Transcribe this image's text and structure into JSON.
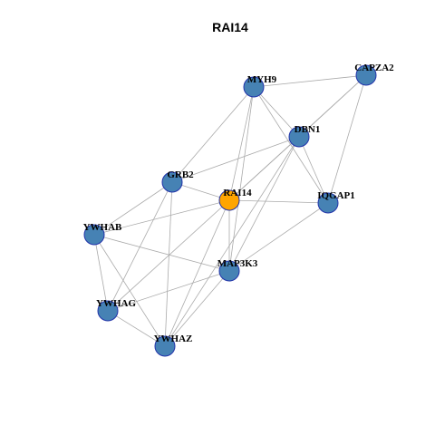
{
  "title": "RAI14",
  "colors": {
    "hub": "#FFA500",
    "node": "#4682B4",
    "node_border": "#2233AA",
    "edge": "#AAAAAA"
  },
  "nodes": [
    {
      "id": "MYH9",
      "label": "MYH9",
      "hub": false
    },
    {
      "id": "CAPZA2",
      "label": "CAPZA2",
      "hub": false
    },
    {
      "id": "DBN1",
      "label": "DBN1",
      "hub": false
    },
    {
      "id": "GRB2",
      "label": "GRB2",
      "hub": false
    },
    {
      "id": "RAI14",
      "label": "RAI14",
      "hub": true
    },
    {
      "id": "IQGAP1",
      "label": "IQGAP1",
      "hub": false
    },
    {
      "id": "YWHAB",
      "label": "YWHAB",
      "hub": false
    },
    {
      "id": "MAP3K3",
      "label": "MAP3K3",
      "hub": false
    },
    {
      "id": "YWHAG",
      "label": "YWHAG",
      "hub": false
    },
    {
      "id": "YWHAZ",
      "label": "YWHAZ",
      "hub": false
    }
  ],
  "edges": [
    [
      "MYH9",
      "CAPZA2"
    ],
    [
      "MYH9",
      "DBN1"
    ],
    [
      "MYH9",
      "GRB2"
    ],
    [
      "MYH9",
      "RAI14"
    ],
    [
      "MYH9",
      "IQGAP1"
    ],
    [
      "MYH9",
      "MAP3K3"
    ],
    [
      "CAPZA2",
      "DBN1"
    ],
    [
      "CAPZA2",
      "RAI14"
    ],
    [
      "CAPZA2",
      "IQGAP1"
    ],
    [
      "DBN1",
      "GRB2"
    ],
    [
      "DBN1",
      "RAI14"
    ],
    [
      "DBN1",
      "IQGAP1"
    ],
    [
      "DBN1",
      "MAP3K3"
    ],
    [
      "DBN1",
      "YWHAZ"
    ],
    [
      "GRB2",
      "RAI14"
    ],
    [
      "GRB2",
      "YWHAB"
    ],
    [
      "GRB2",
      "YWHAG"
    ],
    [
      "GRB2",
      "YWHAZ"
    ],
    [
      "RAI14",
      "IQGAP1"
    ],
    [
      "RAI14",
      "YWHAB"
    ],
    [
      "RAI14",
      "MAP3K3"
    ],
    [
      "RAI14",
      "YWHAG"
    ],
    [
      "RAI14",
      "YWHAZ"
    ],
    [
      "IQGAP1",
      "MAP3K3"
    ],
    [
      "YWHAB",
      "MAP3K3"
    ],
    [
      "YWHAB",
      "YWHAG"
    ],
    [
      "YWHAB",
      "YWHAZ"
    ],
    [
      "MAP3K3",
      "YWHAG"
    ],
    [
      "MAP3K3",
      "YWHAZ"
    ],
    [
      "YWHAG",
      "YWHAZ"
    ]
  ]
}
